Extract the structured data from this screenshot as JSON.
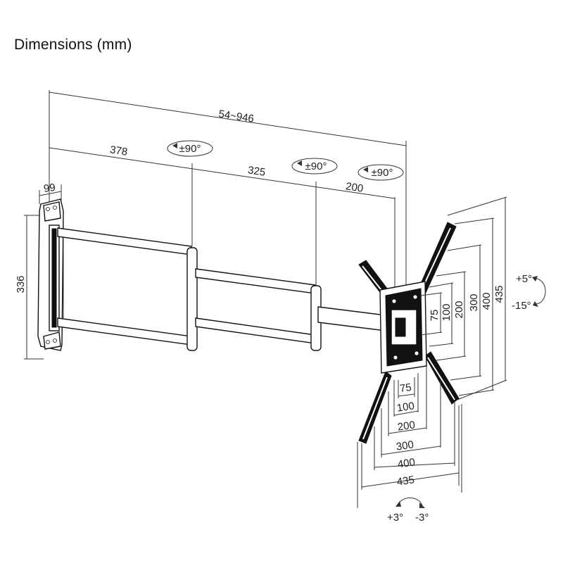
{
  "title": "Dimensions (mm)",
  "dimensions": {
    "total_extension": "54~946",
    "arm_1": "378",
    "arm_2": "325",
    "arm_3": "200",
    "wall_plate_depth": "99",
    "wall_plate_height": "336",
    "vesa_v_75": "75",
    "vesa_v_100": "100",
    "vesa_v_200": "200",
    "vesa_v_300": "300",
    "vesa_v_400": "400",
    "vesa_v_435": "435",
    "vesa_h_75": "75",
    "vesa_h_100": "100",
    "vesa_h_200": "200",
    "vesa_h_300": "300",
    "vesa_h_400": "400",
    "vesa_h_435": "435"
  },
  "rotations": {
    "swivel_1": "±90°",
    "swivel_2": "±90°",
    "swivel_3": "±90°",
    "tilt_up": "+5°",
    "tilt_down": "-15°",
    "level_plus": "+3°",
    "level_minus": "-3°"
  }
}
